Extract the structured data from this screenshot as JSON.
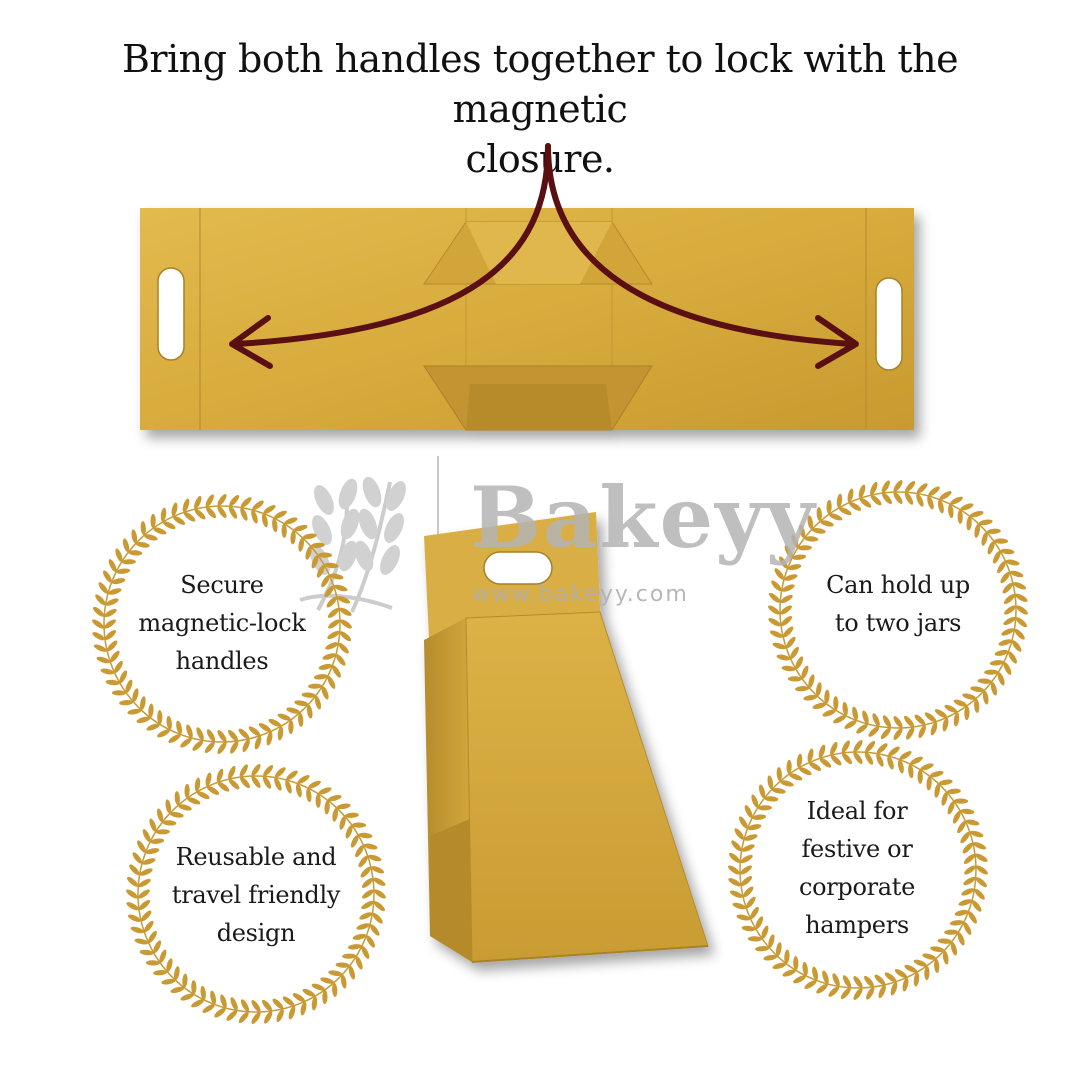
{
  "headline": {
    "line1": "Bring both handles together to lock with the magnetic",
    "line2": "closure."
  },
  "watermark": {
    "brand": "Bakeyy",
    "url": "www.bakeyy.com"
  },
  "features": [
    {
      "lines": [
        "Secure",
        "magnetic-lock",
        "handles"
      ]
    },
    {
      "lines": [
        "Can hold up",
        "to two jars"
      ]
    },
    {
      "lines": [
        "Reusable and",
        "travel friendly",
        "design"
      ]
    },
    {
      "lines": [
        "Ideal for",
        "festive or",
        "corporate",
        "hampers"
      ]
    }
  ],
  "colors": {
    "gold": "#d6a93a",
    "gold_light": "#e7c25a",
    "gold_dark": "#a9822a",
    "arrow": "#5a0f12",
    "laurel": "#c99a34"
  },
  "icons": [
    "curved-double-arrow-icon",
    "laurel-wreath-icon",
    "wheat-logo-icon"
  ]
}
